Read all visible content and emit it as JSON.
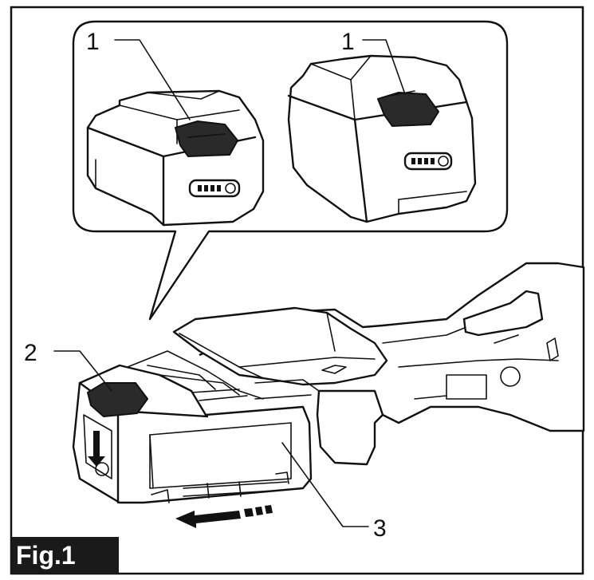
{
  "figure": {
    "label": "Fig.1",
    "callouts": {
      "c1a": "1",
      "c1b": "1",
      "c2": "2",
      "c3": "3"
    }
  },
  "colors": {
    "line": "#111111",
    "label_background": "#1a1a1a",
    "label_text": "#ffffff"
  }
}
